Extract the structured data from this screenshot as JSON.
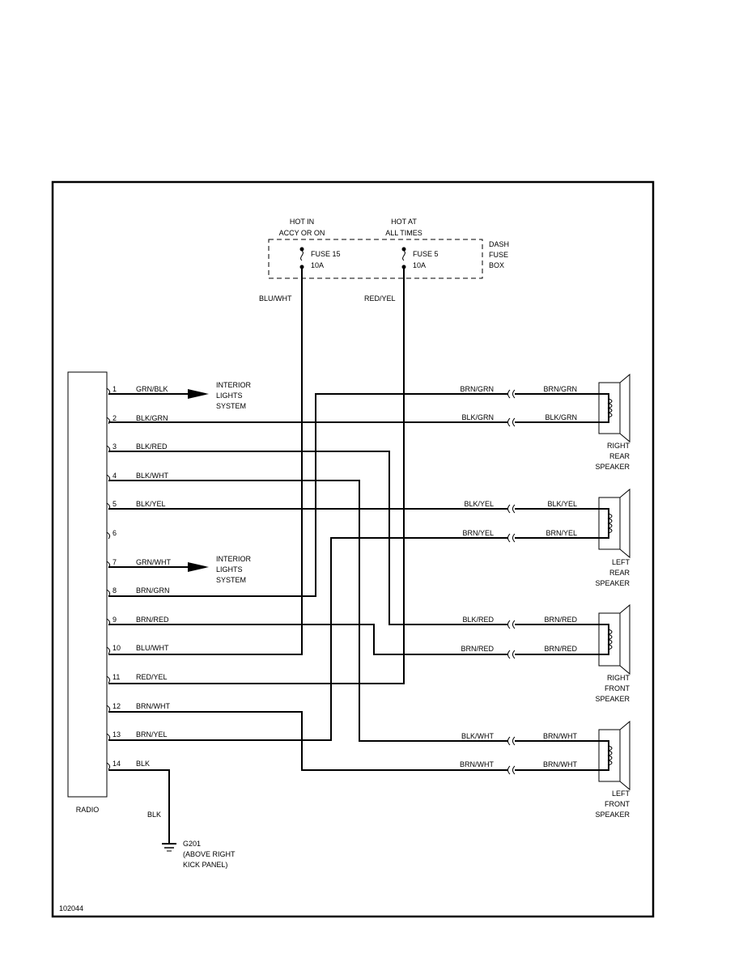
{
  "diagram_id": "102044",
  "fuse_box": {
    "label": [
      "DASH",
      "FUSE",
      "BOX"
    ],
    "fuse_a": {
      "hot": [
        "HOT IN",
        "ACCY OR ON"
      ],
      "name": "FUSE 15",
      "rating": "10A",
      "wire": "BLU/WHT"
    },
    "fuse_b": {
      "hot": [
        "HOT AT",
        "ALL TIMES"
      ],
      "name": "FUSE 5",
      "rating": "10A",
      "wire": "RED/YEL"
    }
  },
  "radio": {
    "label": "RADIO",
    "pins": [
      {
        "num": "1",
        "wire": "GRN/BLK"
      },
      {
        "num": "2",
        "wire": "BLK/GRN"
      },
      {
        "num": "3",
        "wire": "BLK/RED"
      },
      {
        "num": "4",
        "wire": "BLK/WHT"
      },
      {
        "num": "5",
        "wire": "BLK/YEL"
      },
      {
        "num": "6",
        "wire": ""
      },
      {
        "num": "7",
        "wire": "GRN/WHT"
      },
      {
        "num": "8",
        "wire": "BRN/GRN"
      },
      {
        "num": "9",
        "wire": "BRN/RED"
      },
      {
        "num": "10",
        "wire": "BLU/WHT"
      },
      {
        "num": "11",
        "wire": "RED/YEL"
      },
      {
        "num": "12",
        "wire": "BRN/WHT"
      },
      {
        "num": "13",
        "wire": "BRN/YEL"
      },
      {
        "num": "14",
        "wire": "BLK"
      }
    ]
  },
  "interior_lights": [
    "INTERIOR",
    "LIGHTS",
    "SYSTEM"
  ],
  "ground": {
    "wire": "BLK",
    "label": [
      "G201",
      "(ABOVE RIGHT",
      "KICK PANEL)"
    ]
  },
  "speakers": [
    {
      "label": [
        "RIGHT",
        "REAR",
        "SPEAKER"
      ],
      "wires": [
        {
          "left": "BRN/GRN",
          "right": "BRN/GRN"
        },
        {
          "left": "BLK/GRN",
          "right": "BLK/GRN"
        }
      ]
    },
    {
      "label": [
        "LEFT",
        "REAR",
        "SPEAKER"
      ],
      "wires": [
        {
          "left": "BLK/YEL",
          "right": "BLK/YEL"
        },
        {
          "left": "BRN/YEL",
          "right": "BRN/YEL"
        }
      ]
    },
    {
      "label": [
        "RIGHT",
        "FRONT",
        "SPEAKER"
      ],
      "wires": [
        {
          "left": "BLK/RED",
          "right": "BRN/RED"
        },
        {
          "left": "BRN/RED",
          "right": "BRN/RED"
        }
      ]
    },
    {
      "label": [
        "LEFT",
        "FRONT",
        "SPEAKER"
      ],
      "wires": [
        {
          "left": "BLK/WHT",
          "right": "BRN/WHT"
        },
        {
          "left": "BRN/WHT",
          "right": "BRN/WHT"
        }
      ]
    }
  ]
}
